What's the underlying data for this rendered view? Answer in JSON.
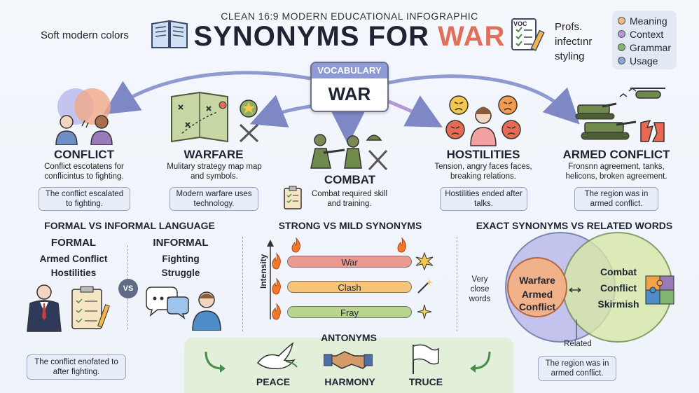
{
  "header": {
    "subtitle": "CLEAN 16:9 MODERN EDUCATIONAL INFOGRAPHIC",
    "title_main": "SYNONYMS FOR ",
    "title_accent": "WAR",
    "left_note": "Soft modern colors",
    "right_note_1": "Profs.",
    "right_note_2": "infectınr",
    "right_note_3": "styling"
  },
  "legend": [
    {
      "label": "Meaning",
      "color": "#f3b87a"
    },
    {
      "label": "Context",
      "color": "#b49ad8"
    },
    {
      "label": "Grammar",
      "color": "#7fb56f"
    },
    {
      "label": "Usage",
      "color": "#8ea3d6"
    }
  ],
  "vocab": {
    "tag": "VOCABULARY",
    "word": "WAR",
    "voc_icon_text": "VOC"
  },
  "cards": [
    {
      "term": "CONFLICT",
      "desc": "Conflict escotatens for conflicintus to fighting.",
      "example": "The conflict escalated to fighting."
    },
    {
      "term": "WARFARE",
      "desc": "Mulitary strategy map map and symbols.",
      "example": "Modern warfare uses technology."
    },
    {
      "term": "COMBAT",
      "desc": "Combat required skill and training."
    },
    {
      "term": "HOSTILITIES",
      "desc": "Tension, angry faces faces, breaking relations.",
      "example": "Hostilities ended after talks."
    },
    {
      "term": "ARMED CONFLICT",
      "desc": "Fronsnn agreement, tanks, helicons, broken agreement.",
      "example": "The region was in armed conflict."
    }
  ],
  "formal": {
    "heading": "FORMAL VS INFORMAL LANGUAGE",
    "formal_label": "FORMAL",
    "formal_words": [
      "Armed Conflict",
      "Hostilities"
    ],
    "informal_label": "INFORMAL",
    "informal_words": [
      "Fighting",
      "Struggle"
    ],
    "vs": "VS",
    "example": "The conflict enofated to after fighting."
  },
  "strength": {
    "heading": "STRONG VS MILD SYNONYMS",
    "axis": "Intensity",
    "bars": [
      {
        "label": "War",
        "color": "#ec9a8f"
      },
      {
        "label": "Clash",
        "color": "#f6c57a"
      },
      {
        "label": "Fray",
        "color": "#b7d58e"
      }
    ]
  },
  "exact": {
    "heading": "EXACT SYNONYMS VS RELATED WORDS",
    "left_note": "Very close words",
    "inner_words": [
      "Warfare",
      "Armed Conflict"
    ],
    "outer_words": [
      "Combat",
      "Conflict",
      "Skirmish"
    ],
    "related": "Related",
    "example": "The region was in armed conflict."
  },
  "antonyms": {
    "heading": "ANTONYMS",
    "items": [
      "PEACE",
      "HARMONY",
      "TRUCE"
    ]
  }
}
